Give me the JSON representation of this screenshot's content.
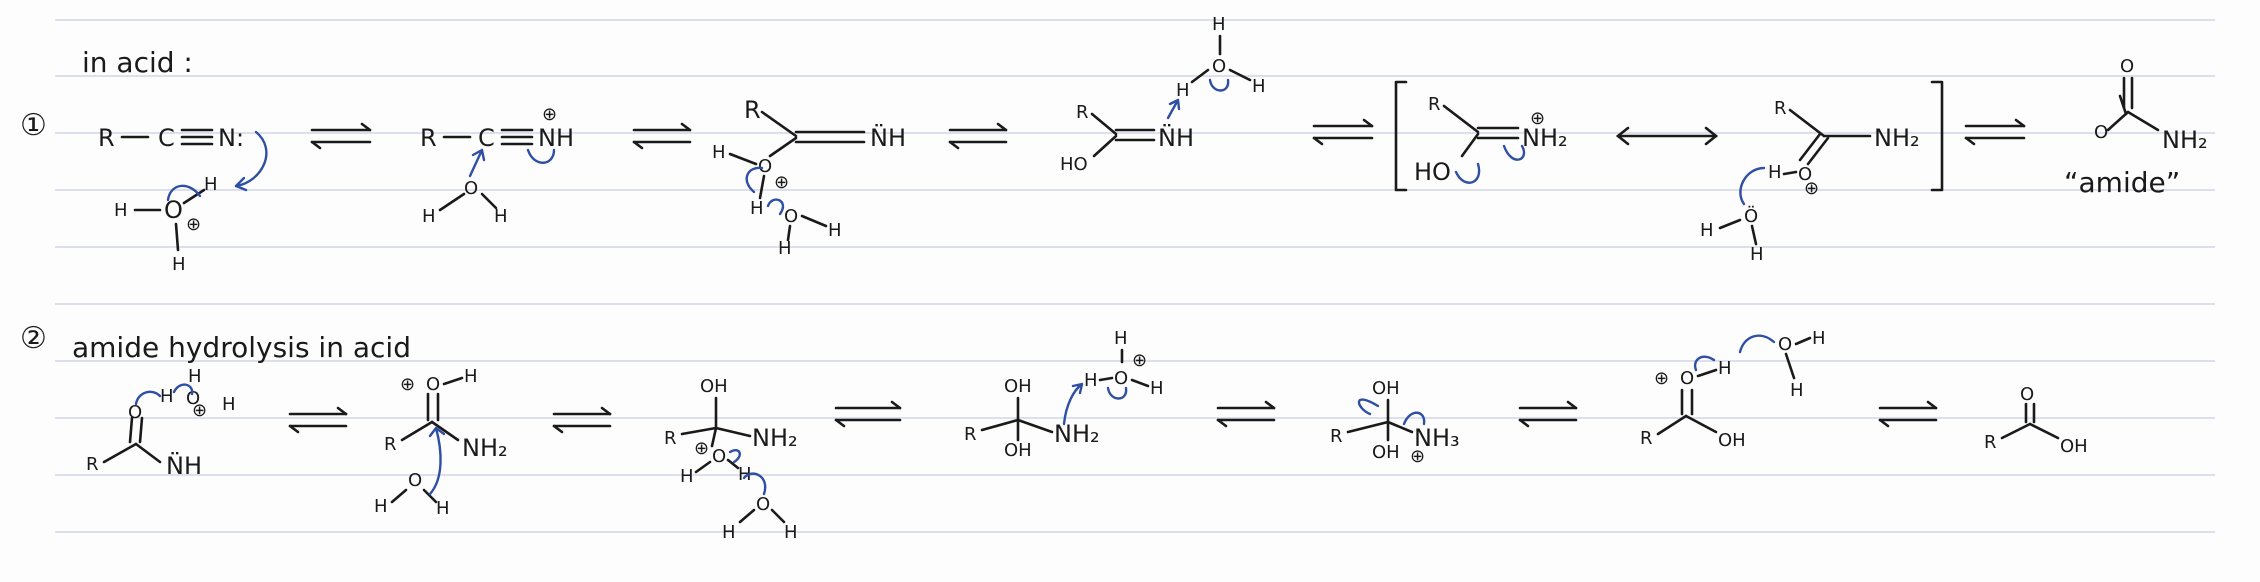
{
  "notes": {
    "header": "in acid :",
    "step1_number": "①",
    "step2_number": "②",
    "step2_title": "amide hydrolysis in acid",
    "amide_label": "“amide”"
  },
  "colors": {
    "ink": "#1a1a1a",
    "arrow": "#2e4fa3",
    "rule": "#c8d0e4"
  },
  "atoms": {
    "R": "R",
    "C": "C",
    "N": "N:",
    "NH": "NH",
    "Ndots": "N̈H",
    "NH2": "NH₂",
    "NH3": "NH₃",
    "HO": "HO",
    "OH": "OH",
    "O": "O",
    "Odots": "Ö",
    "H": "H",
    "plus": "⊕"
  }
}
